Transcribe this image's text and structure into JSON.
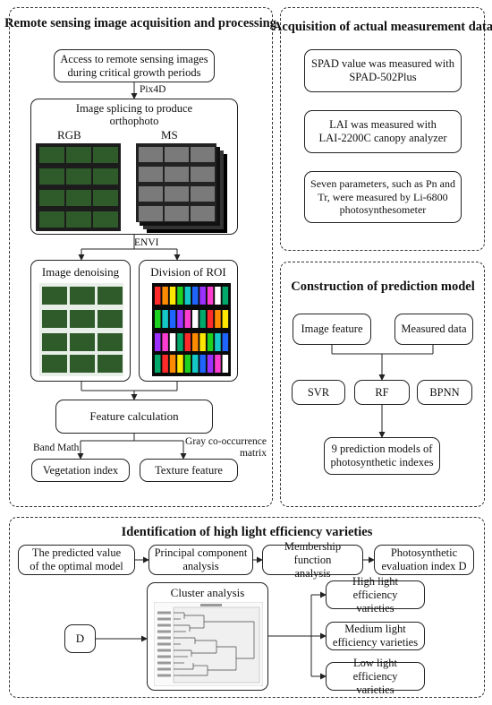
{
  "left_panel": {
    "title": "Remote sensing image acquisition and processing",
    "access_box": "Access to remote sensing images\nduring critical growth periods",
    "pix4d_label": "Pix4D",
    "splicing_title": "Image splicing to produce\northophoto",
    "rgb_label": "RGB",
    "ms_label": "MS",
    "envi_label": "ENVI",
    "denoise_title": "Image denoising",
    "roi_title": "Division of ROI",
    "feature_calc": "Feature calculation",
    "band_math_label": "Band Math",
    "glcm_label": "Gray co-occurrence\nmatrix",
    "vegetation_index": "Vegetation index",
    "texture_feature": "Texture feature"
  },
  "right_top_panel": {
    "title": "Acquisition of actual measurement data",
    "spad_box": "SPAD value was measured with\nSPAD-502Plus",
    "lai_box": "LAI was measured with\nLAI-2200C canopy analyzer",
    "seven_params_box": "Seven parameters, such as Pn and\nTr, were measured by Li-6800\nphotosynthesometer"
  },
  "right_mid_panel": {
    "title": "Construction of prediction model",
    "image_feature": "Image feature",
    "measured_data": "Measured data",
    "svr": "SVR",
    "rf": "RF",
    "bpnn": "BPNN",
    "models_box": "9 prediction models of\nphotosynthetic indexes"
  },
  "bottom_panel": {
    "title": "Identification of high light efficiency varieties",
    "optimal_model": "The predicted value\nof the optimal model",
    "pca": "Principal component\nanalysis",
    "membership": "Membership function\nanalysis",
    "eval_index": "Photosynthetic\nevaluation index D",
    "d_box": "D",
    "cluster_title": "Cluster analysis",
    "high_eff": "High light efficiency\nvarieties",
    "medium_eff": "Medium light\nefficiency varieties",
    "low_eff": "Low light efficiency\nvarieties"
  },
  "colors": {
    "border": "#222222",
    "field_green": "#2f5a2a",
    "field_gray": "#7a7a7a",
    "roi_colors": [
      "#ff2a2a",
      "#ff8a00",
      "#ffe600",
      "#1fd11f",
      "#14c8c8",
      "#1e64ff",
      "#9b30ff",
      "#ff3dd0",
      "#ffffff",
      "#00a86b"
    ]
  }
}
